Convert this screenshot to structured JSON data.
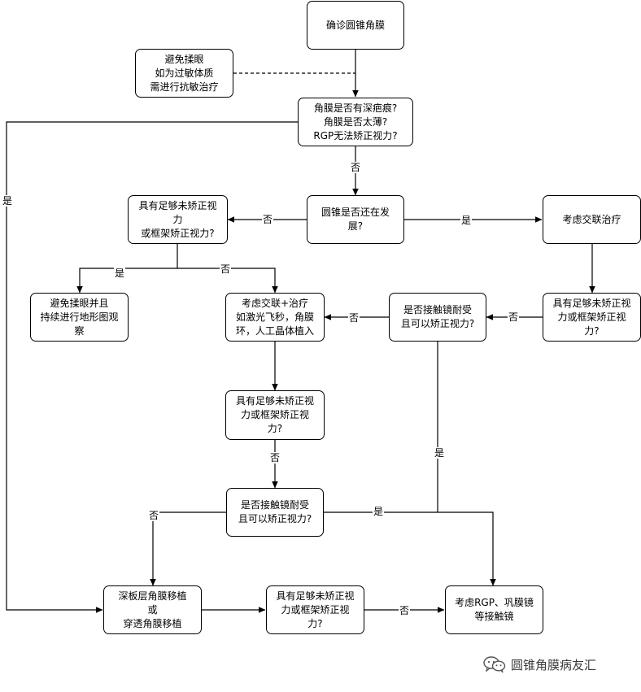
{
  "nodes": {
    "confirm": "确诊圆锥角膜",
    "avoid_rub": "避免揉眼\n如为过敏体质\n需进行抗敏治疗",
    "q_scar": "角膜是否有深疤痕?\n角膜是否太薄?\nRGP无法矫正视力?",
    "q_progress": "圆锥是否还在发\n展?",
    "q_vision_left": "具有足够未矫正视\n力\n或框架矫正视力?",
    "cxl": "考虑交联治疗",
    "observe": "避免揉眼并且\n持续进行地形图观\n察",
    "cxl_plus": "考虑交联+治疗\n如激光飞秒，角膜\n环，人工晶体植入",
    "q_contact_right": "是否接触镜耐受\n且可以矫正视力?",
    "q_vision_right": "具有足够未矫正视\n力或框架矫正视\n力?",
    "q_vision_mid": "具有足够未矫正视\n力或框架矫正视\n力?",
    "q_contact_mid": "是否接触镜耐受\n且可以矫正视力?",
    "keratoplasty": "深板层角膜移植\n或\n穿透角膜移植",
    "q_vision_bottom": "具有足够未矫正视\n力或框架矫正视\n力?",
    "rgp": "考虑RGP、巩膜镜\n等接触镜"
  },
  "edge_labels": {
    "scar_no": "否",
    "scar_yes": "是",
    "progress_no": "否",
    "progress_yes": "是",
    "vision_left_yes": "是",
    "vision_left_no": "否",
    "vision_right_no": "否",
    "contact_right_no": "否",
    "contact_right_yes": "是",
    "vision_mid_no": "否",
    "contact_mid_no": "否",
    "contact_mid_yes": "是",
    "vision_bottom_no": "否"
  },
  "watermark": {
    "text": "圆锥角膜病友汇",
    "icon": "wechat-icon"
  }
}
